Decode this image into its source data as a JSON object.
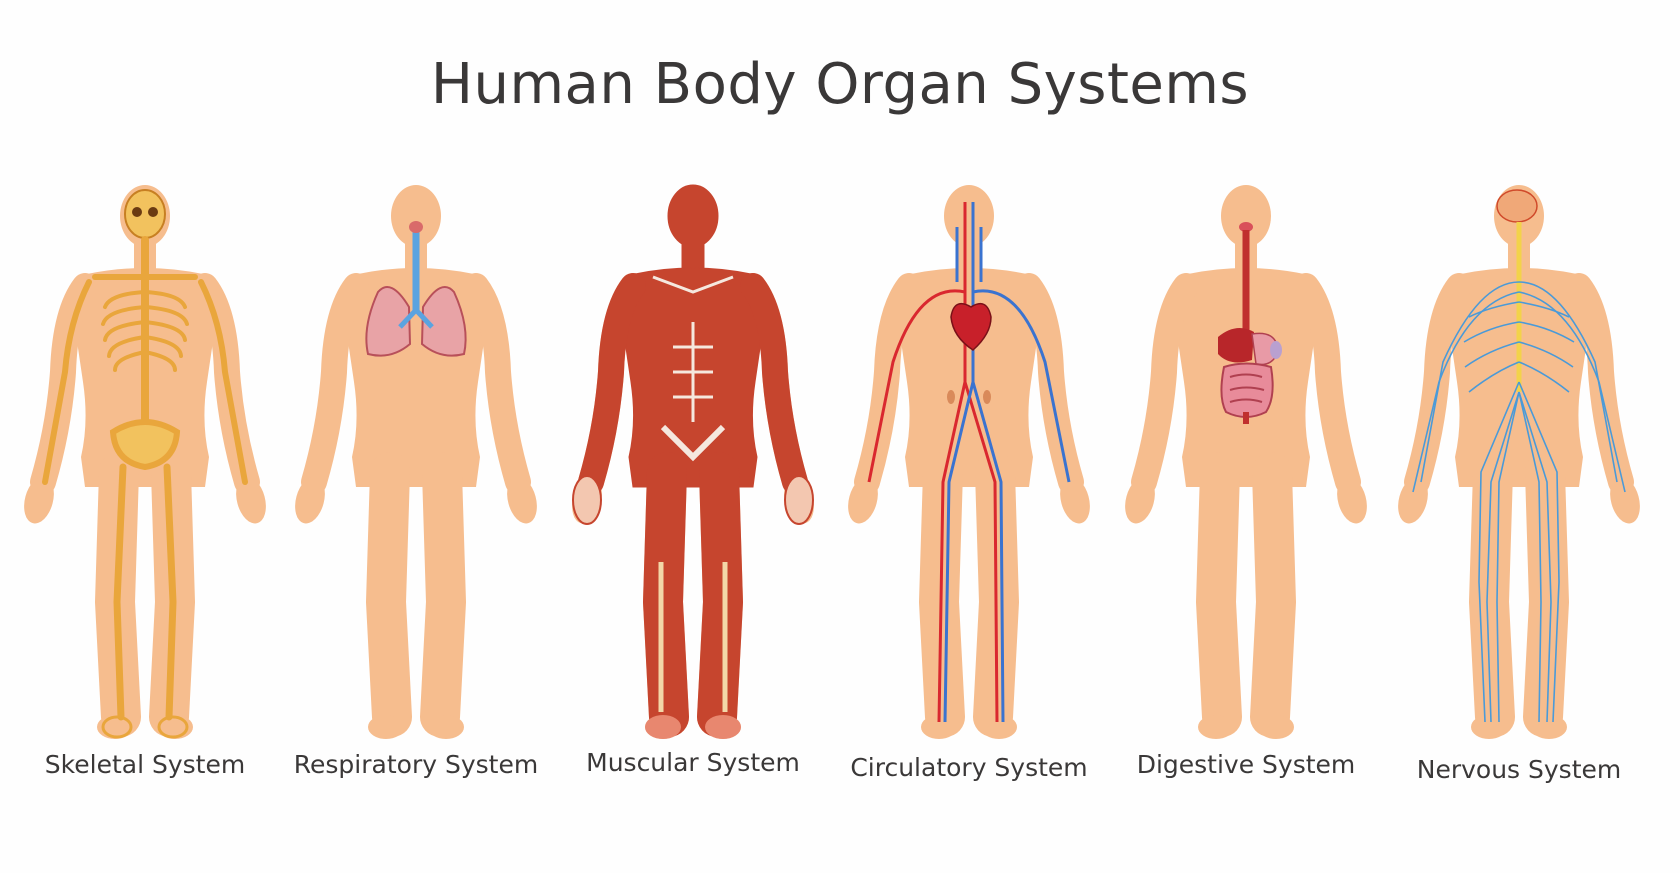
{
  "title": "Human Body Organ Systems",
  "systems": [
    {
      "label": "Skeletal System"
    },
    {
      "label": "Respiratory System"
    },
    {
      "label": "Muscular System"
    },
    {
      "label": "Circulatory System"
    },
    {
      "label": "Digestive System"
    },
    {
      "label": "Nervous System"
    }
  ],
  "colors": {
    "skin": "#f6bd8e",
    "bone": "#e9a63c",
    "muscle": "#c6452e",
    "artery": "#d9282f",
    "vein": "#3a73d0",
    "nerve": "#4a9ad8",
    "lung": "#e8a3a6",
    "text": "#3a3838"
  }
}
